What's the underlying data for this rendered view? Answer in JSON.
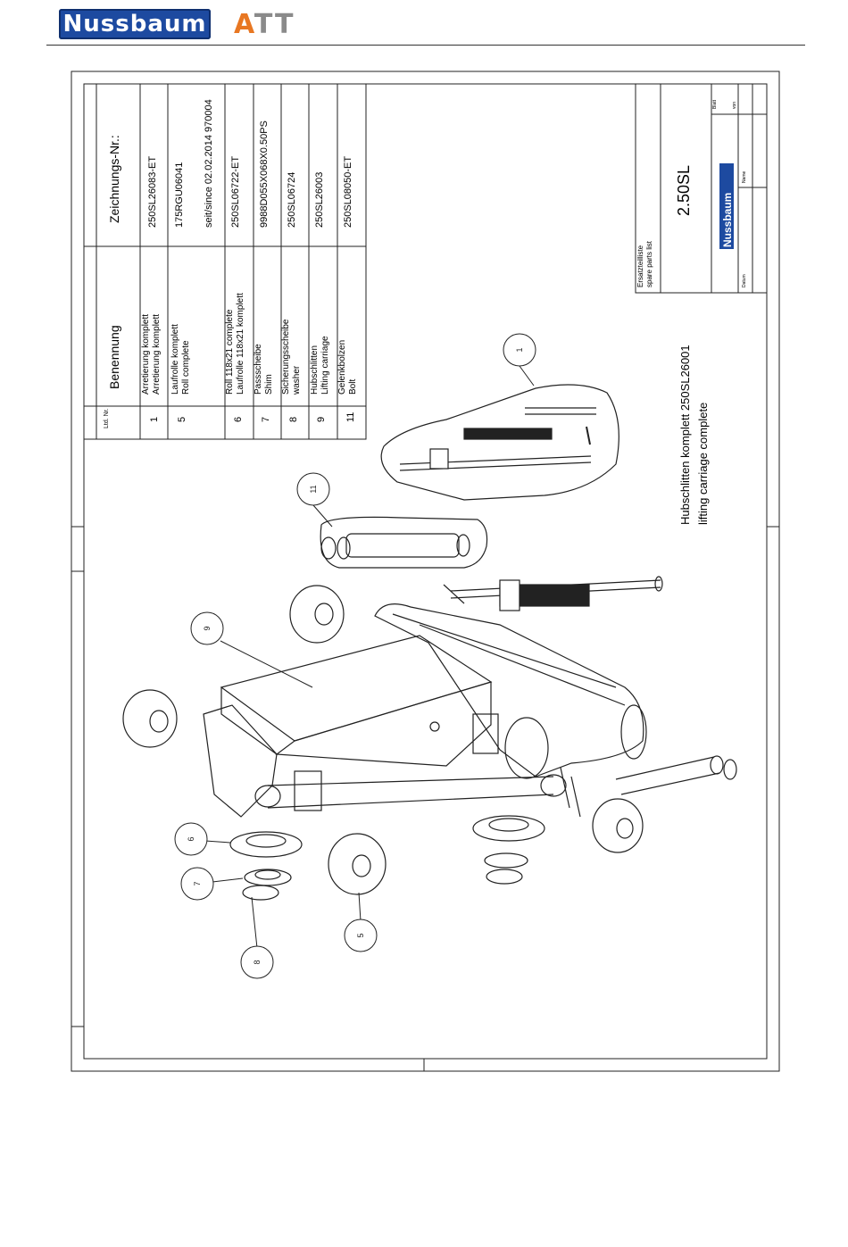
{
  "header": {
    "brand_logo": "Nussbaum",
    "partner_logo_a": "A",
    "partner_logo_tt": "TT"
  },
  "table": {
    "col_ltd": "Ltd.\nNr.",
    "col_benennung": "Benennung",
    "col_zeichnung": "Zeichnungs-Nr.:",
    "rows": [
      {
        "nr": "1",
        "name_de": "Arretierung komplett",
        "name_en": "Arretierung komplett",
        "part": "250SL26083-ET",
        "extra": ""
      },
      {
        "nr": "5",
        "name_de": "Laufrolle komplett",
        "name_en": "Roll complete",
        "part": "175RGU06041",
        "extra": "seit/since 02.02.2014    970004"
      },
      {
        "nr": "6",
        "name_de": "Roll 118x21 complete",
        "name_en": "Laufrolle 118x21 komplett",
        "part": "250SL06722-ET",
        "extra": ""
      },
      {
        "nr": "7",
        "name_de": "Passscheibe",
        "name_en": "Shim",
        "part": "9988D055X068X0.50PS",
        "extra": ""
      },
      {
        "nr": "8",
        "name_de": "Sicherungsscheibe",
        "name_en": "washer",
        "part": "250SL06724",
        "extra": ""
      },
      {
        "nr": "9",
        "name_de": "Hubschlitten",
        "name_en": "Lifting carriage",
        "part": "250SL26003",
        "extra": ""
      },
      {
        "nr": "11",
        "name_de": "Gelenkbolzen",
        "name_en": "Bolt",
        "part": "250SL08050-ET",
        "extra": ""
      }
    ]
  },
  "titleblock": {
    "list_de": "Ersatzteilliste",
    "list_en": "spare parts list",
    "model": "2.50SL",
    "brand": "Nussbaum",
    "blatt": "Blatt",
    "von": "von",
    "datum": "Datum",
    "name": "Name"
  },
  "assembly": {
    "title_de": "Hubschlitten komplett   250SL26001",
    "title_en": "lifting carriage complete"
  },
  "callouts": [
    "1",
    "11",
    "9",
    "6",
    "7",
    "8",
    "5"
  ]
}
